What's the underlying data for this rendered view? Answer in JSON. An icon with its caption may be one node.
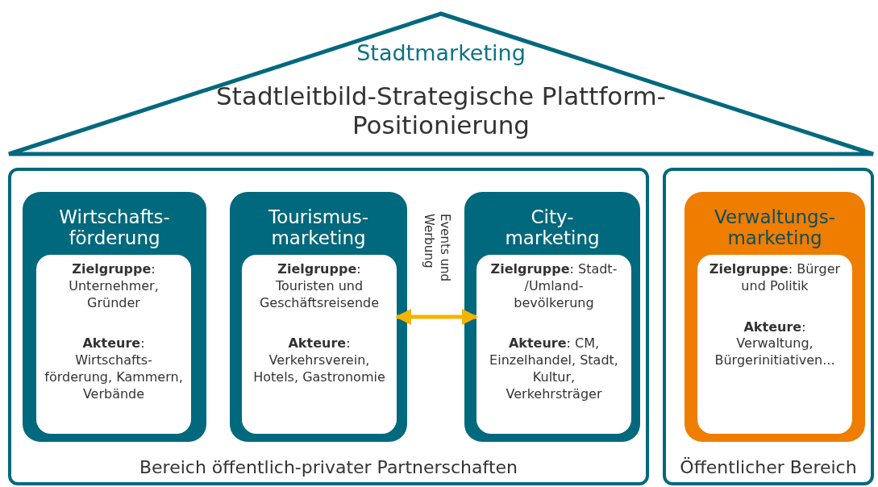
{
  "diagram": {
    "nodes": [
      {
        "text": [
          "Stadtmarketing",
          "Stadtleitbild-Strategische Plattform-Positionierung"
        ]
      },
      {
        "text": [
          "Bereich öffentlich-privater Partnerschaften"
        ]
      },
      {
        "text": [
          "Wirtschafts- förderung"
        ],
        "in": 1
      },
      {
        "text": [
          "**Zielgruppe**: Unternehmer, Gründer",
          "**Akteure**: Wirtschafts- förderung, Kammern, Verbände"
        ],
        "in": 2
      },
      {
        "text": [
          "Tourismus- marketing"
        ],
        "in": 1
      },
      {
        "text": [
          "**Zielgruppe**: Touristen und Geschäftsreisende",
          "**Akteure**: Verkehrsverein, Hotels, Gastronomie"
        ],
        "in": 4
      },
      {
        "text": [
          "City- marketing"
        ],
        "in": 1
      },
      {
        "text": [
          "**Zielgruppe**: Stadt- /Umland- bevölkerung",
          "**Akteure**: CM, Einzelhandel, Stadt, Kultur, Verkehrsträger"
        ],
        "in": 6
      },
      {
        "text": [
          "Öffentlicher Bereich"
        ]
      },
      {
        "text": [
          "Verwaltungs- marketing"
        ],
        "in": 8
      },
      {
        "text": [
          "**Zielgruppe**: Bürger und Politik",
          "**Akteure**: Verwaltung, Bürgerinitiativen..."
        ],
        "in": 9
      }
    ],
    "edges": [
      {
        "from": 5,
        "to": 7,
        "arrow": "both",
        "label": "Events und Werbung",
        "color": "#f5b400"
      }
    ]
  }
}
